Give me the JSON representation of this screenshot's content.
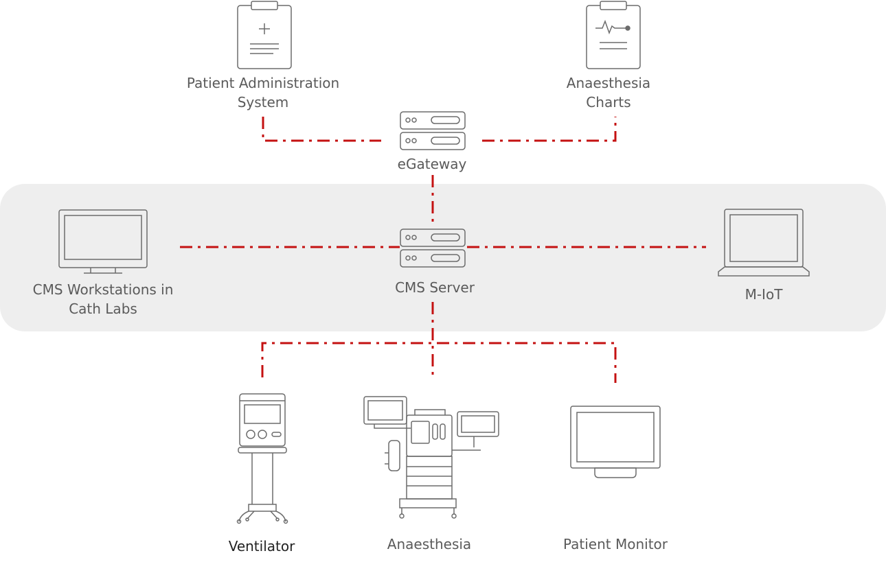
{
  "colors": {
    "link": "#c41111",
    "icon_stroke": "#6b6b6b",
    "band": "#eeeeee",
    "text": "#5a5a5a"
  },
  "nodes": {
    "pas": {
      "icon": "clipboard-plus-icon",
      "line1": "Patient Administration",
      "line2": "System"
    },
    "charts": {
      "icon": "clipboard-ecg-icon",
      "line1": "Anaesthesia",
      "line2": "Charts"
    },
    "egateway": {
      "icon": "server-icon",
      "label": "eGateway"
    },
    "workstations": {
      "icon": "monitor-icon",
      "line1": "CMS Workstations in",
      "line2": "Cath Labs"
    },
    "cms_server": {
      "icon": "server-icon",
      "label": "CMS Server"
    },
    "miot": {
      "icon": "laptop-icon",
      "label": "M-IoT"
    },
    "ventilator": {
      "icon": "ventilator-icon",
      "label": "Ventilator"
    },
    "anaesthesia": {
      "icon": "anaesthesia-machine-icon",
      "label": "Anaesthesia"
    },
    "patient_monitor": {
      "icon": "patient-monitor-icon",
      "label": "Patient Monitor"
    }
  }
}
